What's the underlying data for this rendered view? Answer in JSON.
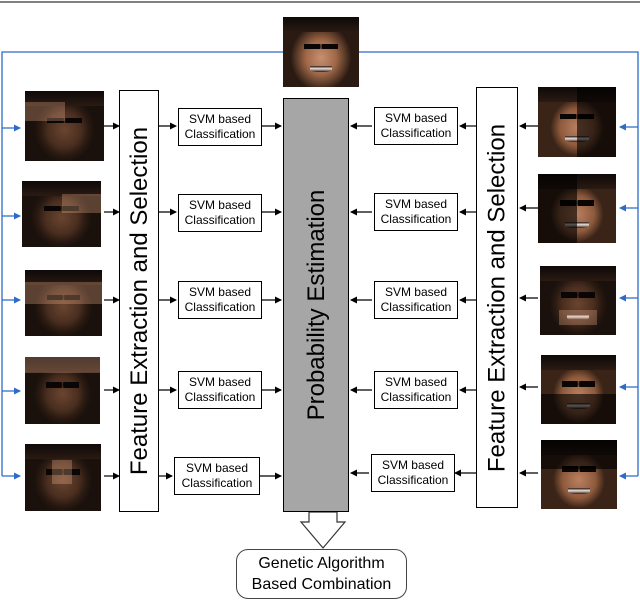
{
  "diagram": {
    "left_panel_label": "Feature  Extraction and Selection",
    "right_panel_label": "Feature  Extraction and Selection",
    "center_label": "Probability Estimation",
    "svm_line1": "SVM based",
    "svm_line2": "Classification",
    "result_line1": "Genetic Algorithm",
    "result_line2": "Based Combination"
  }
}
